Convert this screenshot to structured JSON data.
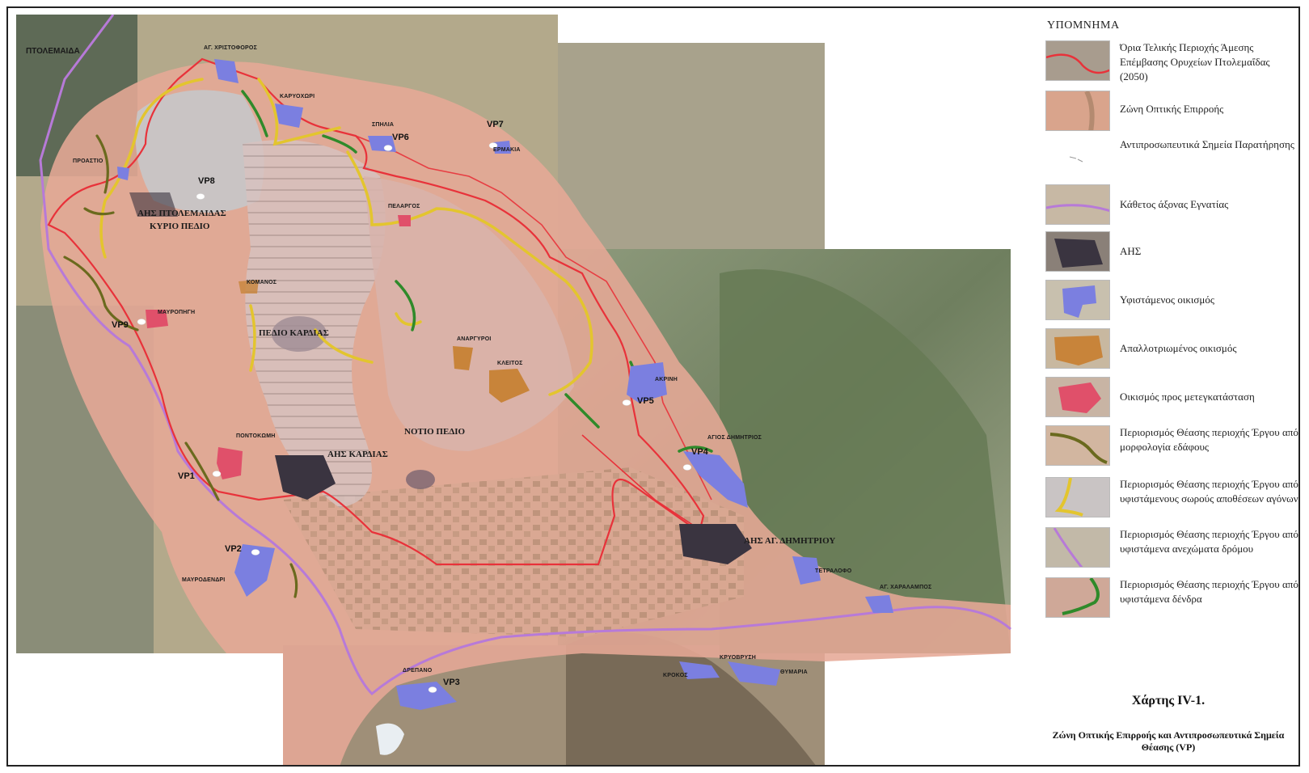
{
  "legend": {
    "title": "ΥΠΟΜΝΗΜΑ",
    "items": [
      {
        "label": "Όρια Τελικής Περιοχής Άμεσης Επέμβασης Ορυχείων Πτολεμαΐδας (2050)",
        "symbol": "red-boundary-line-swatch"
      },
      {
        "label": "Ζώνη Οπτικής Επιρροής",
        "symbol": "visual-zone-swatch"
      },
      {
        "label": "Αντιπροσωπευτικά Σημεία Παρατήρησης",
        "symbol": "viewpoint-marker-swatch"
      },
      {
        "label": "Κάθετος άξονας Εγνατίας",
        "symbol": "egnatia-axis-swatch"
      },
      {
        "label": "ΑΗΣ",
        "symbol": "power-plant-swatch"
      },
      {
        "label": "Υφιστάμενος οικισμός",
        "symbol": "existing-settlement-swatch"
      },
      {
        "label": "Απαλλοτριωμένος οικισμός",
        "symbol": "expropriated-settlement-swatch"
      },
      {
        "label": "Οικισμός προς μετεγκατάσταση",
        "symbol": "relocation-settlement-swatch"
      },
      {
        "label": "Περιορισμός Θέασης περιοχής Έργου από μορφολογία εδάφους",
        "symbol": "terrain-restriction-swatch"
      },
      {
        "label": "Περιορισμός Θέασης περιοχής Έργου από υφιστάμενους σωρούς αποθέσεων αγόνων",
        "symbol": "spoil-heap-restriction-swatch"
      },
      {
        "label": "Περιορισμός Θέασης περιοχής Έργου από υφιστάμενα ανεχώματα δρόμου",
        "symbol": "road-embankment-restriction-swatch"
      },
      {
        "label": "Περιορισμός Θέασης περιοχής Έργου από υφιστάμενα δένδρα",
        "symbol": "trees-restriction-swatch"
      }
    ]
  },
  "caption": "Χάρτης IV-1.",
  "subtitle": "Ζώνη Οπτικής Επιρροής και Αντιπροσωπευτικά Σημεία Θέασης (VP)",
  "map": {
    "cities": [
      {
        "label": "ΠΤΟΛΕΜΑΙΔΑ",
        "name": "ptolemaida"
      }
    ],
    "areas": [
      {
        "label": "ΑΗΣ ΠΤΟΛΕΜΑΙΔΑΣ",
        "name": "ais-ptolemaidas"
      },
      {
        "label": "ΚΥΡΙΟ ΠΕΔΙΟ",
        "name": "kyrio-pedio"
      },
      {
        "label": "ΠΕΔΙΟ ΚΑΡΔΙΑΣ",
        "name": "pedio-kardias"
      },
      {
        "label": "ΝΟΤΙΟ ΠΕΔΙΟ",
        "name": "notio-pedio"
      },
      {
        "label": "ΑΗΣ ΚΑΡΔΙΑΣ",
        "name": "ais-kardias"
      },
      {
        "label": "ΑΗΣ ΑΓ. ΔΗΜΗΤΡΙΟΥ",
        "name": "ais-ag-dimitriou"
      }
    ],
    "viewpoints": [
      "VP1",
      "VP2",
      "VP3",
      "VP4",
      "VP5",
      "VP6",
      "VP7",
      "VP8",
      "VP9"
    ],
    "settlements": [
      {
        "label": "ΑΓ. ΧΡΙΣΤΟΦΟΡΟΣ",
        "name": "ag-christoforos"
      },
      {
        "label": "ΚΑΡΥΟΧΩΡΙ",
        "name": "karyochori"
      },
      {
        "label": "ΣΠΗΛΙΑ",
        "name": "spilia"
      },
      {
        "label": "ΕΡΜΑΚΙΑ",
        "name": "ermakia"
      },
      {
        "label": "ΠΡΟΑΣΤΙΟ",
        "name": "proastio"
      },
      {
        "label": "ΠΕΛΑΡΓΟΣ",
        "name": "pelargos"
      },
      {
        "label": "ΚΟΜΑΝΟΣ",
        "name": "komanos"
      },
      {
        "label": "ΜΑΥΡΟΠΗΓΗ",
        "name": "mavropigi"
      },
      {
        "label": "ΑΝΑΡΓΥΡΟΙ",
        "name": "anargyroi"
      },
      {
        "label": "ΚΛΕΙΤΟΣ",
        "name": "kleitos"
      },
      {
        "label": "ΑΚΡΙΝΗ",
        "name": "akrini"
      },
      {
        "label": "ΑΓΙΟΣ ΔΗΜΗΤΡΙΟΣ",
        "name": "agios-dimitrios"
      },
      {
        "label": "ΠΟΝΤΟΚΩΜΗ",
        "name": "pontokomi"
      },
      {
        "label": "ΜΑΥΡΟΔΕΝΔΡΙ",
        "name": "mavrodendri"
      },
      {
        "label": "ΤΕΤΡΑΛΟΦΟ",
        "name": "tetralofo"
      },
      {
        "label": "ΑΓ. ΧΑΡΑΛΑΜΠΟΣ",
        "name": "ag-charalampos"
      },
      {
        "label": "ΔΡΕΠΑΝΟ",
        "name": "drepano"
      },
      {
        "label": "ΚΡΟΚΟΣ",
        "name": "krokos"
      },
      {
        "label": "ΚΡΥΟΒΡΥΣΗ",
        "name": "kryovrysi"
      },
      {
        "label": "ΘΥΜΑΡΙΑ",
        "name": "thymaria"
      }
    ]
  },
  "colors": {
    "boundary": "#e8323a",
    "egnatia": "#b77ad8",
    "existing_settlement": "#7b7fe0",
    "expropriated": "#c8843a",
    "relocation": "#e0506a",
    "power_plant": "#3a3440",
    "terrain": "#6a6a1e",
    "spoil": "#e3c52e",
    "trees": "#2f8a2a",
    "zone": "#e8b3a0"
  }
}
